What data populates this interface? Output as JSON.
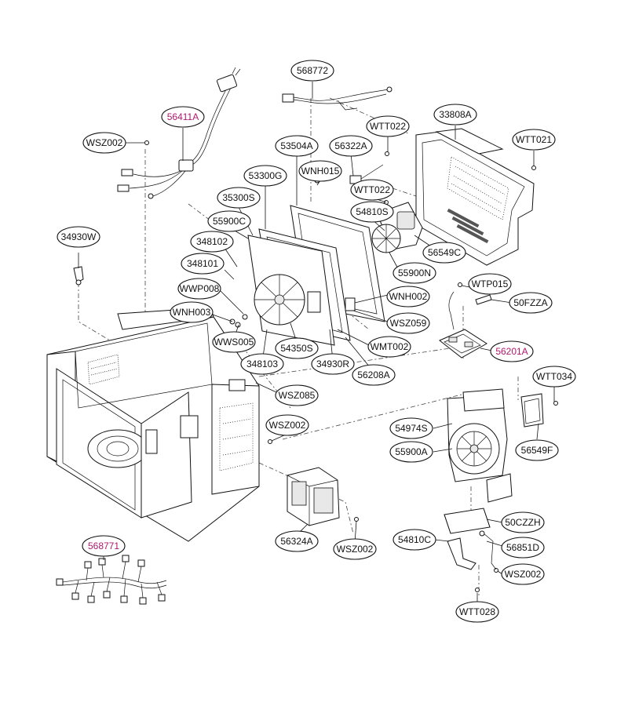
{
  "colors": {
    "normal_label": "#111111",
    "highlight_label": "#b0186c"
  },
  "labels": [
    {
      "code": "568772",
      "highlight": false
    },
    {
      "code": "56411A",
      "highlight": true
    },
    {
      "code": "WSZ002",
      "highlight": false
    },
    {
      "code": "WTT022",
      "highlight": false
    },
    {
      "code": "33808A",
      "highlight": false
    },
    {
      "code": "WTT021",
      "highlight": false
    },
    {
      "code": "53504A",
      "highlight": false
    },
    {
      "code": "56322A",
      "highlight": false
    },
    {
      "code": "53300G",
      "highlight": false
    },
    {
      "code": "WNH015",
      "highlight": false
    },
    {
      "code": "WTT022",
      "highlight": false
    },
    {
      "code": "35300S",
      "highlight": false
    },
    {
      "code": "54810S",
      "highlight": false
    },
    {
      "code": "55900C",
      "highlight": false
    },
    {
      "code": "34930W",
      "highlight": false
    },
    {
      "code": "348102",
      "highlight": false
    },
    {
      "code": "56549C",
      "highlight": false
    },
    {
      "code": "348101",
      "highlight": false
    },
    {
      "code": "55900N",
      "highlight": false
    },
    {
      "code": "WTP015",
      "highlight": false
    },
    {
      "code": "WWP008",
      "highlight": false
    },
    {
      "code": "WNH002",
      "highlight": false
    },
    {
      "code": "50FZZA",
      "highlight": false
    },
    {
      "code": "WNH003",
      "highlight": false
    },
    {
      "code": "WSZ059",
      "highlight": false
    },
    {
      "code": "WWS005",
      "highlight": false
    },
    {
      "code": "54350S",
      "highlight": false
    },
    {
      "code": "WMT002",
      "highlight": false
    },
    {
      "code": "56201A",
      "highlight": true
    },
    {
      "code": "348103",
      "highlight": false
    },
    {
      "code": "34930R",
      "highlight": false
    },
    {
      "code": "56208A",
      "highlight": false
    },
    {
      "code": "WTT034",
      "highlight": false
    },
    {
      "code": "WSZ085",
      "highlight": false
    },
    {
      "code": "WSZ002",
      "highlight": false
    },
    {
      "code": "54974S",
      "highlight": false
    },
    {
      "code": "55900A",
      "highlight": false
    },
    {
      "code": "56549F",
      "highlight": false
    },
    {
      "code": "50CZZH",
      "highlight": false
    },
    {
      "code": "56324A",
      "highlight": false
    },
    {
      "code": "568771",
      "highlight": true
    },
    {
      "code": "54810C",
      "highlight": false
    },
    {
      "code": "56851D",
      "highlight": false
    },
    {
      "code": "WSZ002",
      "highlight": false
    },
    {
      "code": "WSZ002",
      "highlight": false
    },
    {
      "code": "WTT028",
      "highlight": false
    }
  ]
}
